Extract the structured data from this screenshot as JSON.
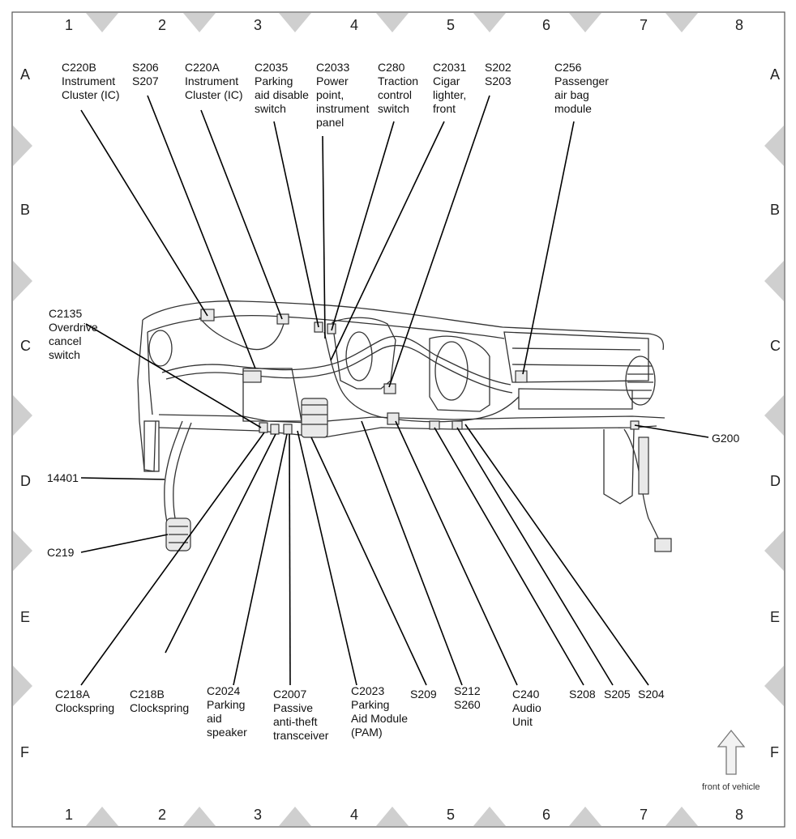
{
  "grid": {
    "columns": [
      "1",
      "2",
      "3",
      "4",
      "5",
      "6",
      "7",
      "8"
    ],
    "rows": [
      "A",
      "B",
      "C",
      "D",
      "E",
      "F"
    ]
  },
  "callouts": {
    "c220b": [
      "C220B",
      "Instrument",
      "Cluster (IC)"
    ],
    "s206": [
      "S206",
      "S207"
    ],
    "c220a": [
      "C220A",
      "Instrument",
      "Cluster (IC)"
    ],
    "c2035": [
      "C2035",
      "Parking",
      "aid disable",
      "switch"
    ],
    "c2033": [
      "C2033",
      "Power",
      "point,",
      "instrument",
      "panel"
    ],
    "c280": [
      "C280",
      "Traction",
      "control",
      "switch"
    ],
    "c2031": [
      "C2031",
      "Cigar",
      "lighter,",
      "front"
    ],
    "s202": [
      "S202",
      "S203"
    ],
    "c256": [
      "C256",
      "Passenger",
      "air bag",
      "module"
    ],
    "c2135": [
      "C2135",
      "Overdrive",
      "cancel",
      "switch"
    ],
    "g200": [
      "G200"
    ],
    "p14401": [
      "14401"
    ],
    "c219": [
      "C219"
    ],
    "c218a": [
      "C218A",
      "Clockspring"
    ],
    "c218b": [
      "C218B",
      "Clockspring"
    ],
    "c2024": [
      "C2024",
      "Parking",
      "aid",
      "speaker"
    ],
    "c2007": [
      "C2007",
      "Passive",
      "anti-theft",
      "transceiver"
    ],
    "c2023": [
      "C2023",
      "Parking",
      "Aid Module",
      "(PAM)"
    ],
    "s209": [
      "S209"
    ],
    "s212": [
      "S212",
      "S260"
    ],
    "c240": [
      "C240",
      "Audio",
      "Unit"
    ],
    "s208": [
      "S208"
    ],
    "s205": [
      "S205"
    ],
    "s204": [
      "S204"
    ]
  },
  "front_note": "front of vehicle",
  "colors": {
    "line": "#000000",
    "border_triangle": "#cfcfcf",
    "drawing": "#333333"
  }
}
